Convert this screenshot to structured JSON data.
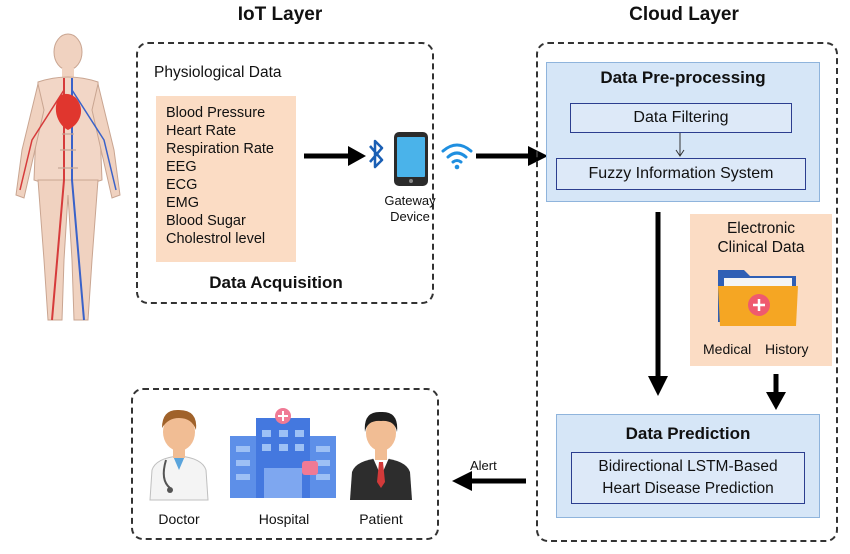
{
  "iot": {
    "layer_title": "IoT Layer",
    "physio_title": "Physiological Data",
    "params": [
      "Blood Pressure",
      "Heart Rate",
      "Respiration Rate",
      "EEG",
      "ECG",
      "EMG",
      "Blood Sugar",
      "Cholestrol level"
    ],
    "acquisition_label": "Data Acquisition"
  },
  "gateway": {
    "line1": "Gateway",
    "line2": "Device"
  },
  "cloud": {
    "layer_title": "Cloud Layer",
    "preprocessing_title": "Data Pre-processing",
    "filtering_label": "Data Filtering",
    "fuzzy_label": "Fuzzy Information System",
    "clinical_line1": "Electronic",
    "clinical_line2": "Clinical Data",
    "medical_label": "Medical",
    "history_label": "History",
    "prediction_title": "Data Prediction",
    "prediction_line1": "Bidirectional LSTM-Based",
    "prediction_line2": "Heart Disease Prediction"
  },
  "output": {
    "alert_label": "Alert",
    "doctor_label": "Doctor",
    "hospital_label": "Hospital",
    "patient_label": "Patient"
  },
  "icons": [
    "human-body-icon",
    "bluetooth-icon",
    "smartphone-icon",
    "wifi-icon",
    "folder-icon",
    "doctor-icon",
    "hospital-icon",
    "patient-icon"
  ]
}
